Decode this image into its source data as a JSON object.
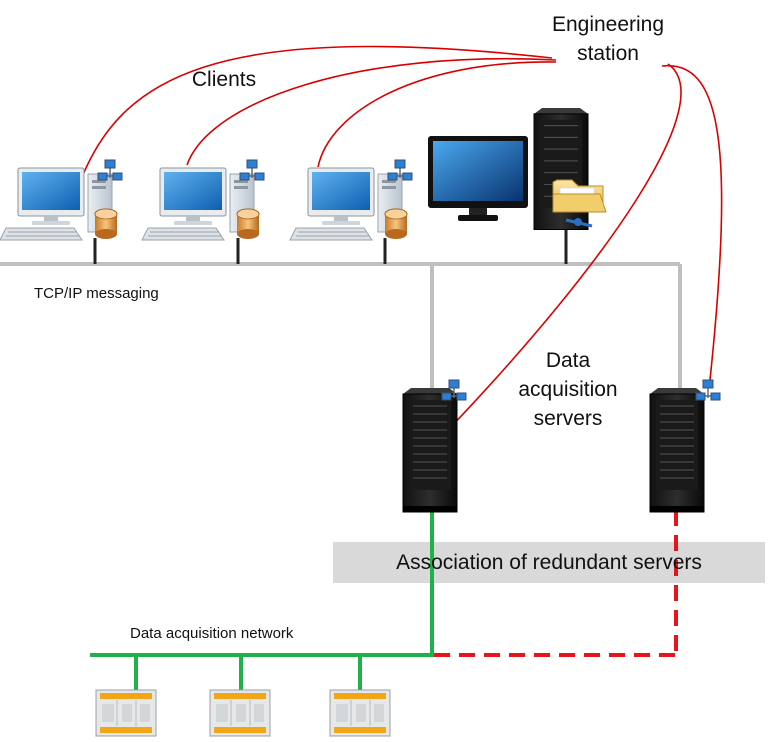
{
  "labels": {
    "clients": "Clients",
    "engineering_line1": "Engineering",
    "engineering_line2": "station",
    "tcpip": "TCP/IP messaging",
    "daq_line1": "Data",
    "daq_line2": "acquisition",
    "daq_line3": "servers",
    "redundant": "Association of redundant servers",
    "daq_network": "Data acquisition network"
  },
  "icons": {
    "client_workstation": "client-computer-icon",
    "database": "database-icon",
    "network": "network-computers-icon",
    "monitor": "monitor-icon",
    "server": "server-tower-icon",
    "folder": "folder-icon",
    "plc": "plc-device-icon"
  },
  "colors": {
    "tcpip_network": "#bfbfbf",
    "daq_network": "#1fb24a",
    "redundant_link": "#e8141c",
    "comm_links": "#d90000",
    "redundant_box": "#d9d9d9"
  }
}
